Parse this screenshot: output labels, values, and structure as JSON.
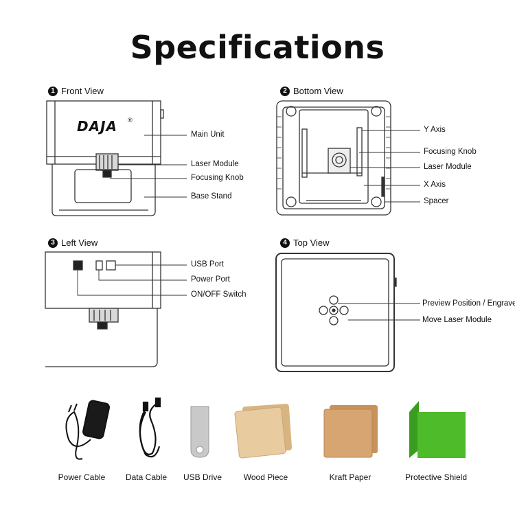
{
  "title": "Specifications",
  "sections": {
    "front": {
      "num": "1",
      "label": "Front View"
    },
    "bottom": {
      "num": "2",
      "label": "Bottom View"
    },
    "left": {
      "num": "3",
      "label": "Left View"
    },
    "top": {
      "num": "4",
      "label": "Top View"
    }
  },
  "brand": "DAJA",
  "front_labels": [
    "Main Unit",
    "Laser Module",
    "Focusing Knob",
    "Base Stand"
  ],
  "bottom_labels": [
    "Y Axis",
    "Focusing Knob",
    "Laser Module",
    "X Axis",
    "Spacer"
  ],
  "left_labels": [
    "USB Port",
    "Power Port",
    "ON/OFF Switch"
  ],
  "top_labels": [
    "Preview Position / Engrave",
    "Move Laser Module"
  ],
  "accessories": [
    "Power Cable",
    "Data Cable",
    "USB Drive",
    "Wood Piece",
    "Kraft Paper",
    "Protective Shield"
  ],
  "colors": {
    "shield": "#4dbb2a",
    "wood": "#e6c79a",
    "kraft": "#d4a36e"
  }
}
